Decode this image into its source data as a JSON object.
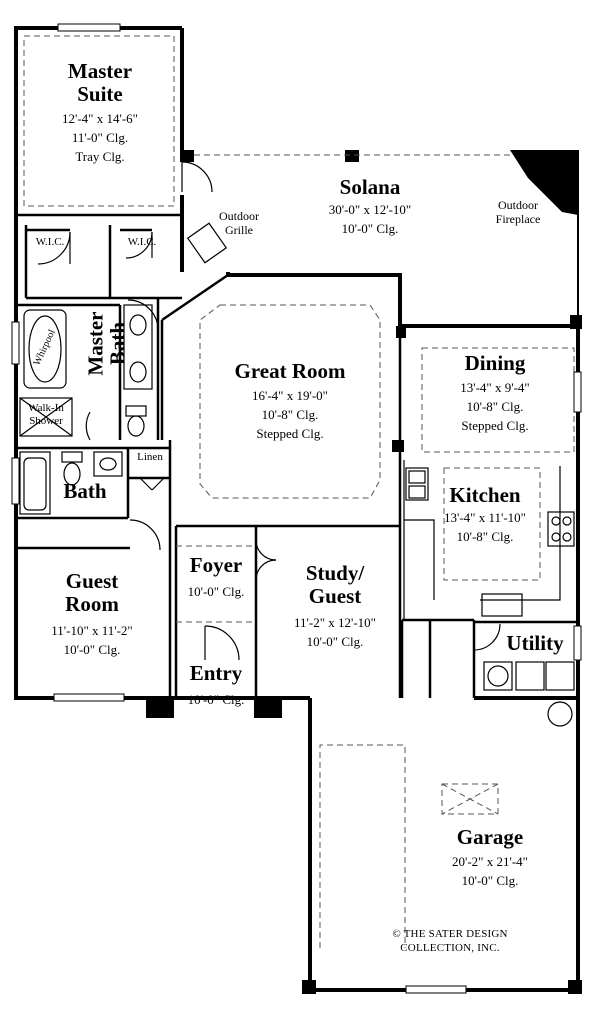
{
  "rooms": {
    "master_suite": {
      "name_line1": "Master",
      "name_line2": "Suite",
      "dimensions": "12'-4\" x 14'-6\"",
      "ceiling": "11'-0\" Clg.",
      "ceiling_note": "Tray Clg."
    },
    "solana": {
      "name": "Solana",
      "dimensions": "30'-0\" x 12'-10\"",
      "ceiling": "10'-0\" Clg."
    },
    "wic_left": {
      "name": "W.I.C."
    },
    "wic_right": {
      "name": "W.I.C."
    },
    "master_bath": {
      "name_line1": "Master",
      "name_line2": "Bath"
    },
    "great_room": {
      "name": "Great Room",
      "dimensions": "16'-4\" x 19'-0\"",
      "ceiling": "10'-8\" Clg.",
      "ceiling_note": "Stepped Clg."
    },
    "dining": {
      "name": "Dining",
      "dimensions": "13'-4\" x 9'-4\"",
      "ceiling": "10'-8\" Clg.",
      "ceiling_note": "Stepped Clg."
    },
    "kitchen": {
      "name": "Kitchen",
      "dimensions": "13'-4\" x 11'-10\"",
      "ceiling": "10'-8\" Clg."
    },
    "bath": {
      "name": "Bath"
    },
    "linen": {
      "name": "Linen"
    },
    "foyer": {
      "name": "Foyer",
      "ceiling": "10'-0\" Clg."
    },
    "study_guest": {
      "name_line1": "Study/",
      "name_line2": "Guest",
      "dimensions": "11'-2\" x 12'-10\"",
      "ceiling": "10'-0\" Clg."
    },
    "guest_room": {
      "name_line1": "Guest",
      "name_line2": "Room",
      "dimensions": "11'-10\" x 11'-2\"",
      "ceiling": "10'-0\" Clg."
    },
    "entry": {
      "name": "Entry",
      "ceiling": "10'-0\" Clg."
    },
    "utility": {
      "name": "Utility"
    },
    "garage": {
      "name": "Garage",
      "dimensions": "20'-2\" x 21'-4\"",
      "ceiling": "10'-0\" Clg."
    }
  },
  "fixtures": {
    "outdoor_grille_line1": "Outdoor",
    "outdoor_grille_line2": "Grille",
    "outdoor_fireplace_line1": "Outdoor",
    "outdoor_fireplace_line2": "Fireplace",
    "whirpool": "Whirpool",
    "walk_in_shower_line1": "Walk-In",
    "walk_in_shower_line2": "Shower"
  },
  "credit": {
    "line1": "© THE SATER DESIGN",
    "line2": "COLLECTION, INC."
  }
}
